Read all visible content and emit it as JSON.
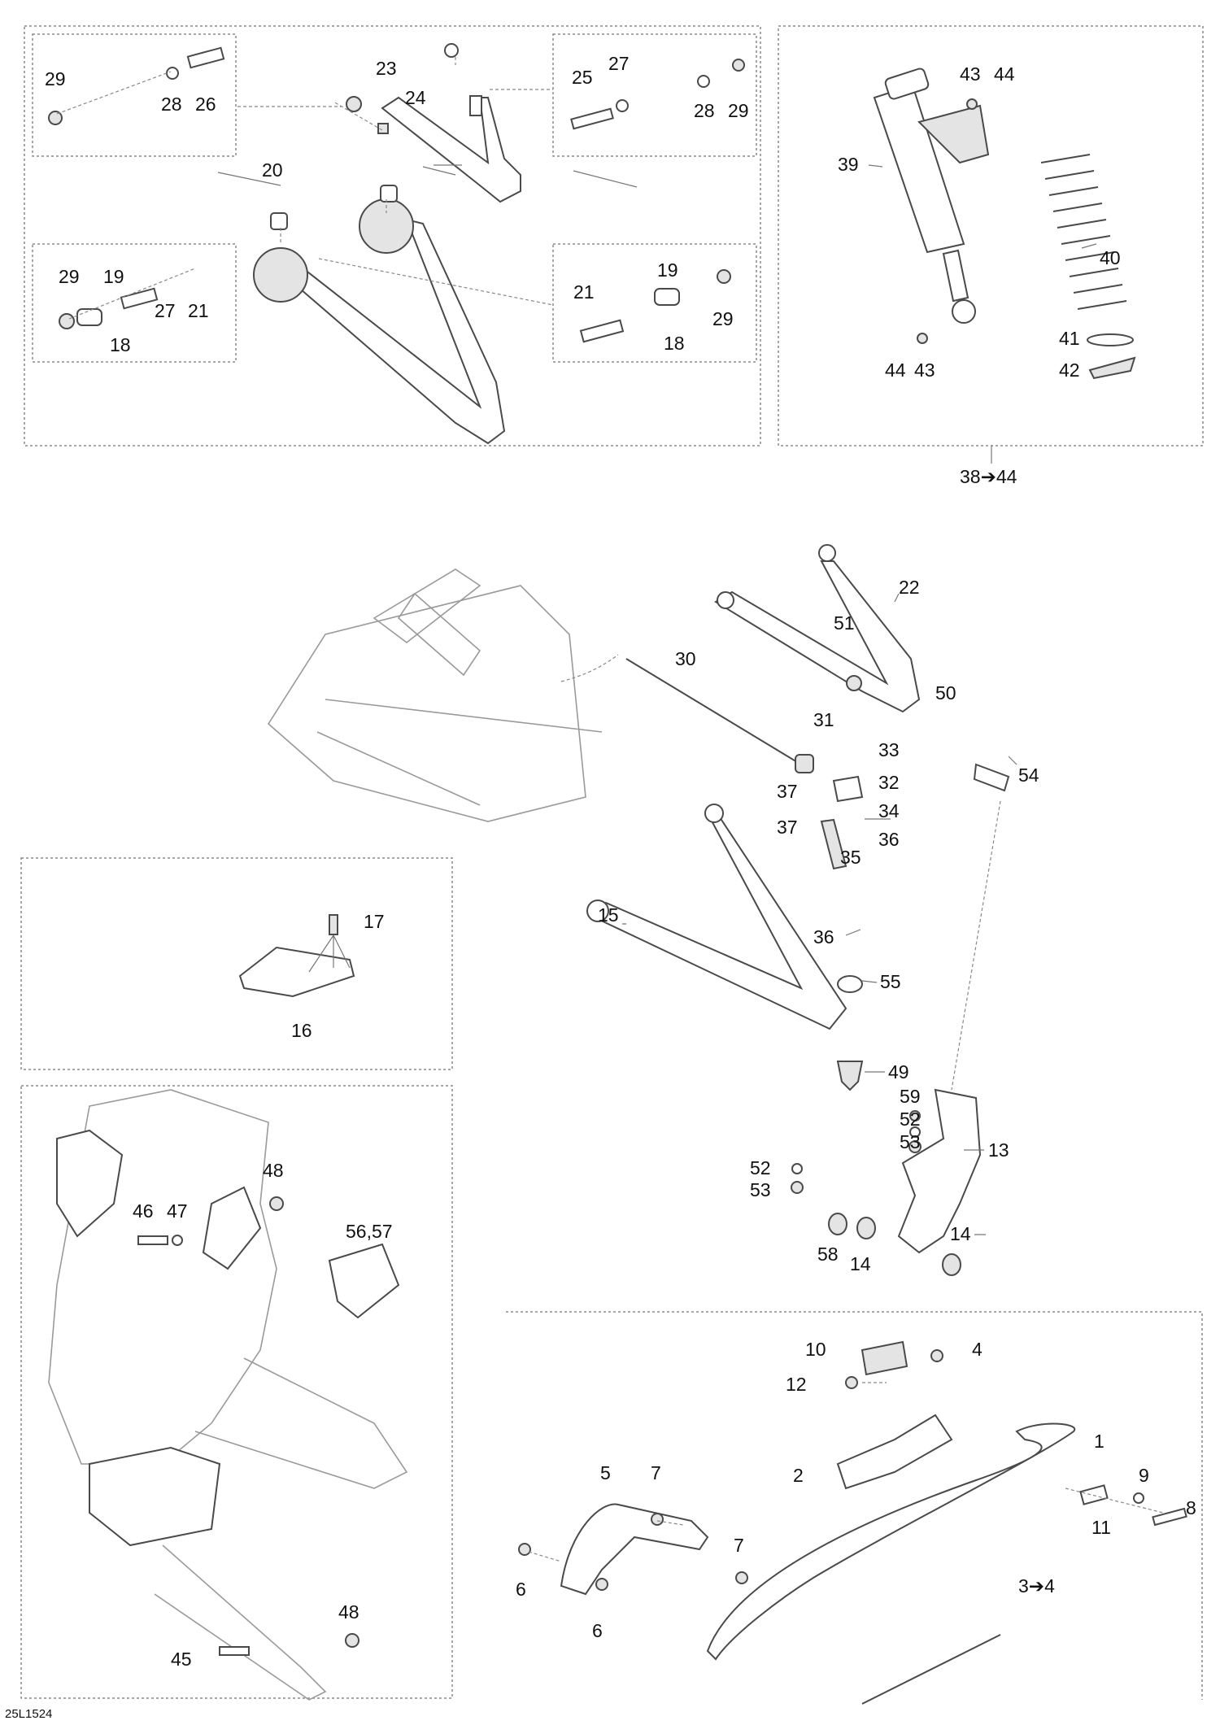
{
  "page_code": "25L1524",
  "callouts": {
    "top_left": [
      "29",
      "28",
      "26",
      "23",
      "24",
      "25",
      "27",
      "28",
      "29",
      "20",
      "29",
      "19",
      "27",
      "21",
      "18",
      "21",
      "19",
      "29",
      "18"
    ],
    "top_right": [
      "43",
      "44",
      "39",
      "40",
      "41",
      "42",
      "44",
      "43"
    ],
    "top_right_range": "38➔44",
    "middle": [
      "22",
      "51",
      "30",
      "50",
      "31",
      "33",
      "54",
      "32",
      "37",
      "34",
      "37",
      "36",
      "35",
      "15",
      "36",
      "55",
      "49",
      "59",
      "52",
      "53",
      "13",
      "52",
      "53",
      "14",
      "58",
      "14"
    ],
    "bracket_box": [
      "17",
      "16"
    ],
    "frame_box": [
      "48",
      "46",
      "47",
      "56,57",
      "48",
      "45"
    ],
    "ski": [
      "10",
      "4",
      "12",
      "1",
      "5",
      "7",
      "2",
      "9",
      "8",
      "7",
      "11",
      "6",
      "6"
    ],
    "ski_range": "3➔4"
  }
}
